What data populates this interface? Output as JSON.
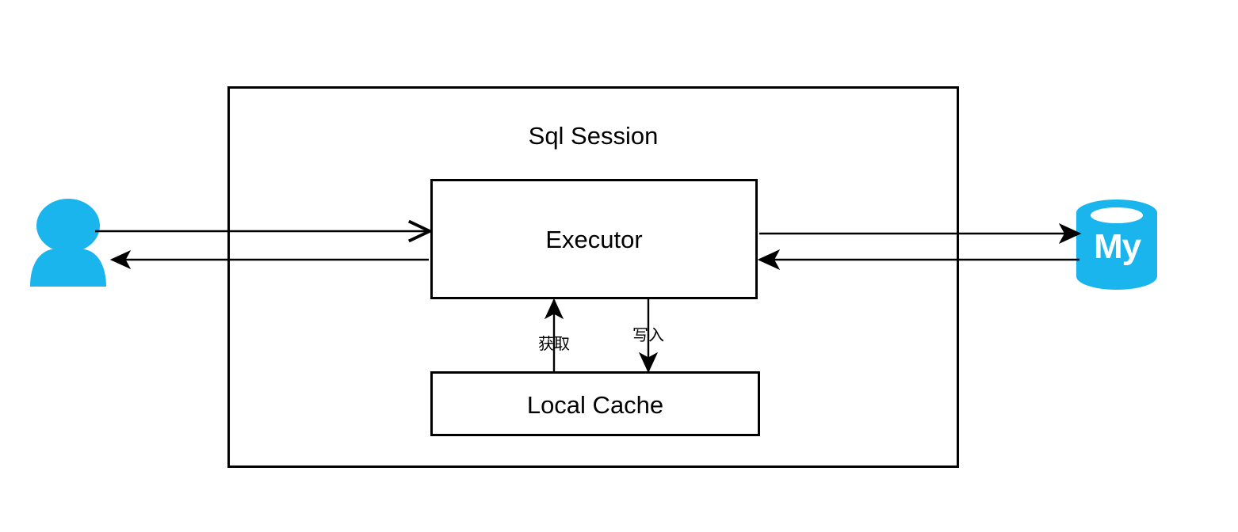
{
  "diagram": {
    "title": "Sql Session",
    "background_color": "#ffffff",
    "stroke_color": "#000000",
    "accent_color": "#19b5ec",
    "nodes": {
      "session_container": {
        "label": "Sql Session",
        "name": "sql-session-container"
      },
      "executor": {
        "label": "Executor",
        "name": "executor-box"
      },
      "local_cache": {
        "label": "Local Cache",
        "name": "local-cache-box"
      },
      "client": {
        "label": "",
        "icon": "user-actor-icon",
        "color": "#19b5ec"
      },
      "database": {
        "label": "My",
        "icon": "mysql-database-cylinder-icon",
        "color": "#19b5ec"
      }
    },
    "edges": [
      {
        "name": "client-to-executor",
        "label": "",
        "from": "client",
        "to": "executor",
        "direction": "right"
      },
      {
        "name": "executor-to-client",
        "label": "",
        "from": "executor",
        "to": "client",
        "direction": "left"
      },
      {
        "name": "executor-to-database",
        "label": "",
        "from": "executor",
        "to": "database",
        "direction": "right"
      },
      {
        "name": "database-to-executor",
        "label": "",
        "from": "database",
        "to": "executor",
        "direction": "left"
      },
      {
        "name": "cache-to-executor",
        "label": "获取",
        "from": "local_cache",
        "to": "executor",
        "direction": "up"
      },
      {
        "name": "executor-to-cache",
        "label": "写入",
        "from": "executor",
        "to": "local_cache",
        "direction": "down"
      }
    ]
  }
}
